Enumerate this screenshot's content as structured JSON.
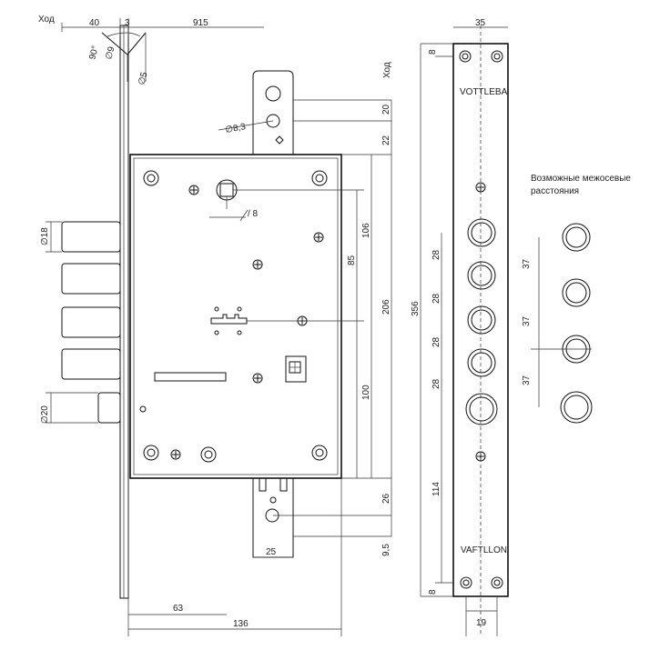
{
  "labels": {
    "hod_top": "Ход",
    "hod_right": "Ход",
    "strike_brand_top": "VOTTLEBA",
    "strike_brand_bottom": "VAFTLLON",
    "spacing_title_line1": "Возможные межосевые",
    "spacing_title_line2": "расстояния"
  },
  "dims": {
    "d40": "40",
    "d3": "3",
    "d915": "915",
    "d35": "35",
    "angle90": "90°",
    "phi9": "∅9",
    "phi5": "∅5",
    "phi8_3": "∅8,3",
    "d20": "20",
    "d22": "22",
    "phi8_small": "/ 8",
    "d106": "106",
    "d85": "85",
    "d206": "206",
    "d100": "100",
    "phi18": "∅18",
    "phi20": "∅20",
    "d356": "356",
    "d28a": "28",
    "d28b": "28",
    "d28c": "28",
    "d28d": "28",
    "d114": "114",
    "d26": "26",
    "d9_5": "9,5",
    "d25": "25",
    "d63": "63",
    "d136": "136",
    "d8_top": "8",
    "d8_bottom": "8",
    "d19": "19",
    "d37a": "37",
    "d37b": "37",
    "d37c": "37"
  }
}
